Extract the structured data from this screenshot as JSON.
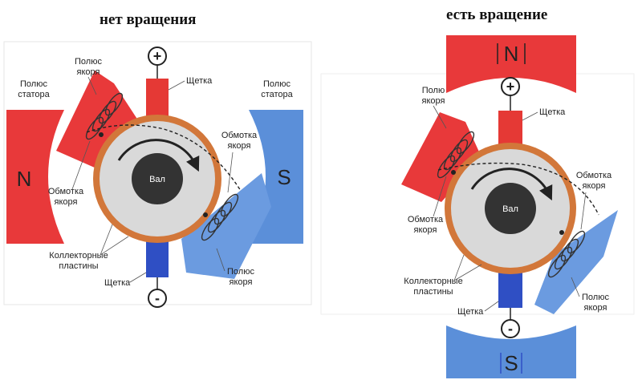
{
  "left": {
    "title": "нет вращения",
    "labels": {
      "pole_anchor": [
        "Полюс",
        "якоря"
      ],
      "pole_stator_left": [
        "Полюс",
        "статора"
      ],
      "brush_top": "Щетка",
      "pole_stator_right": [
        "Полюс",
        "статора"
      ],
      "winding_right": [
        "Обмотка",
        "якоря"
      ],
      "winding_left": [
        "Обмотка",
        "якоря"
      ],
      "shaft": "Вал",
      "collector": [
        "Коллекторные",
        "пластины"
      ],
      "brush_bottom": "Щетка",
      "pole_anchor_bottom": [
        "Полюс",
        "якоря"
      ],
      "north": "N",
      "south": "S",
      "plus": "+",
      "minus": "-"
    }
  },
  "right": {
    "title": "есть вращение",
    "labels": {
      "north": "N",
      "south": "S",
      "pole_anchor": [
        "Полю",
        "якоря"
      ],
      "brush_top": "Щетка",
      "winding_right": [
        "Обмотка",
        "якоря"
      ],
      "winding_left": [
        "Обмотка",
        "якоря"
      ],
      "shaft": "Вал",
      "collector": [
        "Коллекторные",
        "пластины"
      ],
      "brush_bottom": "Щетка",
      "pole_anchor_bottom": [
        "Полюс",
        "якоря"
      ],
      "plus": "+",
      "minus": "-"
    }
  },
  "colors": {
    "red": "#e8393a",
    "blue": "#5b8fd9",
    "copper": "#d2773a",
    "brush_red": "#e53935",
    "brush_blue": "#2f4fc4",
    "shaft": "#333333",
    "rotor": "#d9d9d9"
  }
}
